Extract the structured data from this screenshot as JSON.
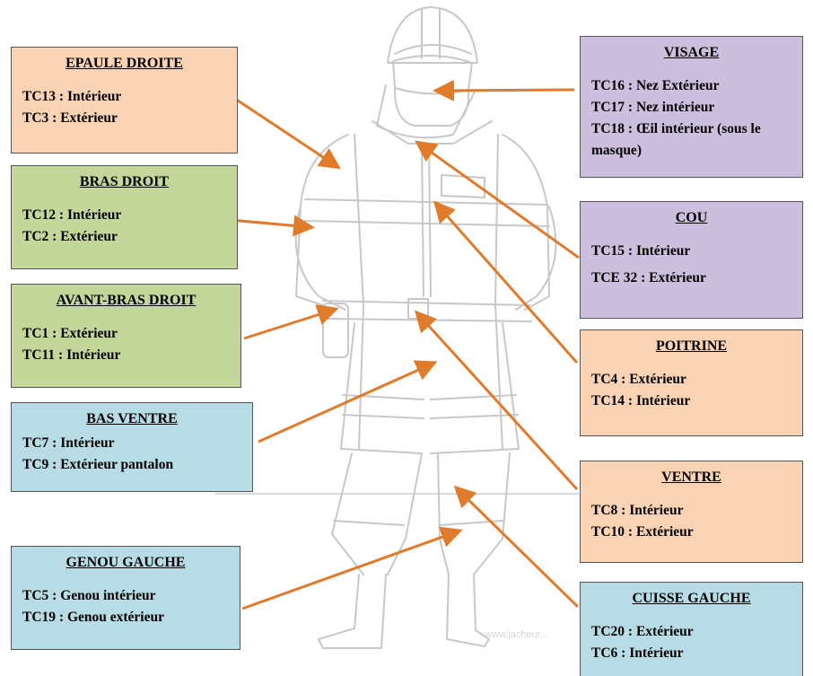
{
  "colors": {
    "peach": "#fad3b5",
    "green": "#c3d79b",
    "light_blue": "#b8dce5",
    "lilac": "#cbbfdd",
    "arrow": "#e07b2b",
    "outline": "#c8c8c8"
  },
  "boxes": {
    "epaule_droite": {
      "title": "EPAULE DROITE",
      "lines": [
        "TC13 : Intérieur",
        "TC3 : Extérieur"
      ]
    },
    "bras_droit": {
      "title": "BRAS DROIT",
      "lines": [
        "TC12 : Intérieur",
        "TC2 : Extérieur"
      ]
    },
    "avant_bras_droit": {
      "title": "AVANT-BRAS DROIT",
      "lines": [
        "TC1 : Extérieur",
        "TC11 : Intérieur"
      ]
    },
    "bas_ventre": {
      "title": "BAS VENTRE",
      "lines": [
        "TC7 : Intérieur",
        "TC9 : Extérieur pantalon"
      ]
    },
    "genou_gauche": {
      "title": "GENOU GAUCHE",
      "lines": [
        "TC5 : Genou intérieur",
        "TC19 : Genou extérieur"
      ]
    },
    "visage": {
      "title": "VISAGE",
      "lines": [
        "TC16 : Nez Extérieur",
        "TC17 : Nez intérieur",
        "TC18 : Œil intérieur (sous le masque)"
      ]
    },
    "cou": {
      "title": "COU",
      "lines": [
        "TC15 : Intérieur",
        "TCE 32 : Extérieur"
      ]
    },
    "poitrine": {
      "title": "POITRINE",
      "lines": [
        "TC4 : Extérieur",
        "TC14 : Intérieur"
      ]
    },
    "ventre": {
      "title": "VENTRE",
      "lines": [
        "TC8 : Intérieur",
        "TC10 : Extérieur"
      ]
    },
    "cuisse_gauche": {
      "title": "CUISSE GAUCHE",
      "lines": [
        "TC20 : Extérieur",
        "TC6 : Intérieur"
      ]
    }
  },
  "figure": {
    "illustration": "firefighter-outline",
    "watermark": "www.jacheur..."
  }
}
